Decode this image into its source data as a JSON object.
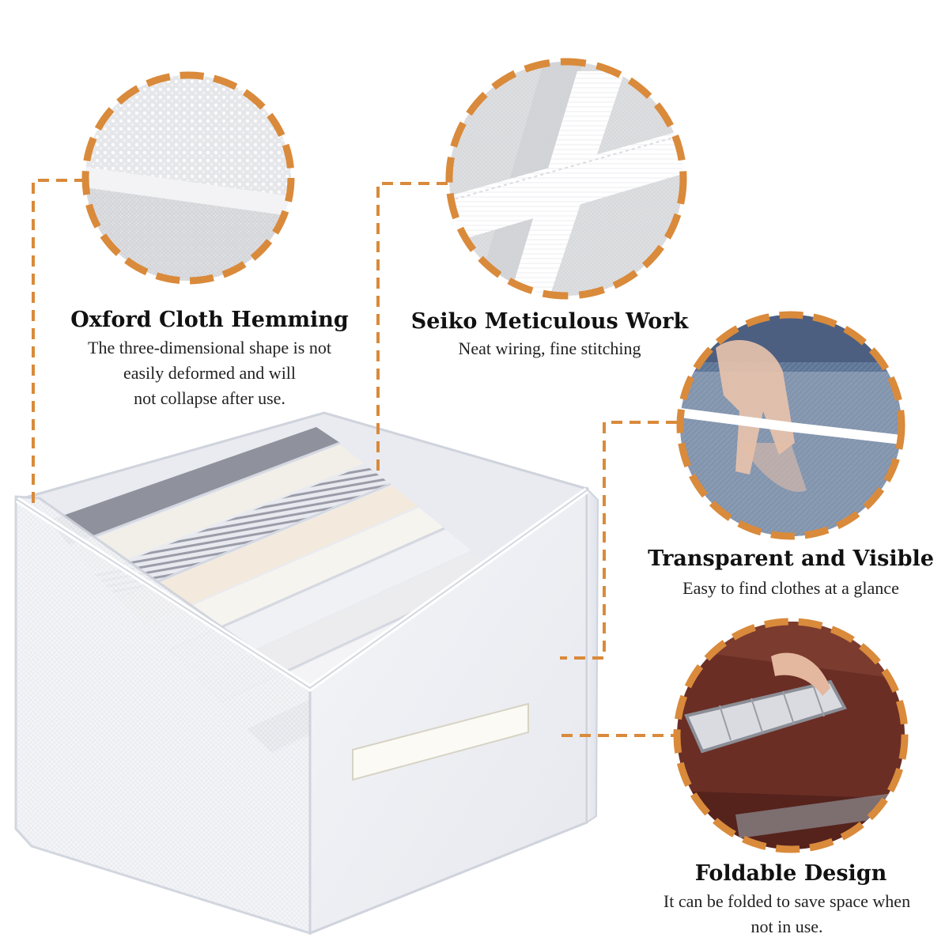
{
  "colors": {
    "accent": "#d98a3b",
    "background": "#ffffff",
    "text": "#111111"
  },
  "features": [
    {
      "title": "Oxford Cloth Hemming",
      "description_lines": [
        "The three-dimensional shape is not",
        "easily deformed and will",
        "not collapse after use."
      ]
    },
    {
      "title": "Seiko Meticulous Work",
      "description_lines": [
        "Neat wiring, fine stitching"
      ]
    },
    {
      "title": "Transparent and Visible",
      "description_lines": [
        "Easy to find clothes at a glance"
      ]
    },
    {
      "title": "Foldable Design",
      "description_lines": [
        "It can be folded to save space when",
        "not in use."
      ]
    }
  ]
}
